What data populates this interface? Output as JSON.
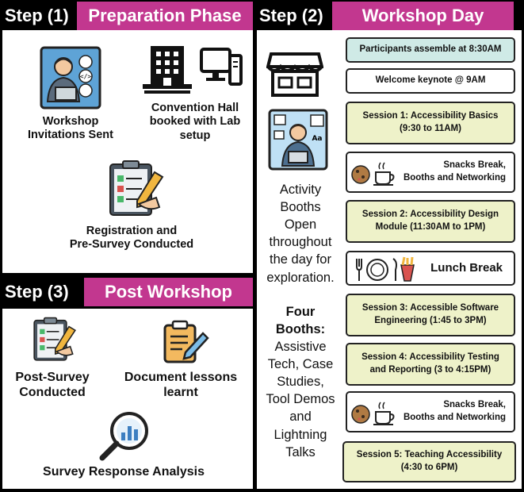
{
  "step1": {
    "step_label": "Step (1)",
    "title": "Preparation Phase",
    "items": {
      "invitations": "Workshop\nInvitations Sent",
      "convention": "Convention Hall\nbooked with Lab\nsetup",
      "registration": "Registration and\nPre-Survey Conducted"
    }
  },
  "step2": {
    "step_label": "Step (2)",
    "title": "Workshop Day",
    "booths_text": "Activity\nBooths\nOpen\nthroughout\nthe day for\nexploration.",
    "four_booths_heading": "Four\nBooths:",
    "four_booths_list": "Assistive\nTech, Case\nStudies,\nTool Demos\nand\nLightning\nTalks",
    "schedule": [
      {
        "text": "Participants assemble at 8:30AM",
        "style": "teal"
      },
      {
        "text": "Welcome keynote @ 9AM",
        "style": "white"
      },
      {
        "text": "Session 1: Accessibility Basics\n(9:30 to 11AM)",
        "style": "yel"
      },
      {
        "text": "Snacks Break,\nBooths and Networking",
        "style": "white",
        "icon": "snacks-icon"
      },
      {
        "text": "Session 2: Accessibility Design\nModule (11:30AM to 1PM)",
        "style": "yel"
      },
      {
        "text": "Lunch Break",
        "style": "white",
        "icon": "lunch-icon"
      },
      {
        "text": "Session 3: Accessible Software\nEngineering (1:45 to 3PM)",
        "style": "yel"
      },
      {
        "text": "Session 4: Accessibility Testing\nand Reporting (3 to 4:15PM)",
        "style": "yel"
      },
      {
        "text": "Snacks Break,\nBooths and Networking",
        "style": "white",
        "icon": "snacks-icon"
      },
      {
        "text": "Session 5: Teaching Accessibility\n(4:30 to 6PM)",
        "style": "yel"
      }
    ]
  },
  "step3": {
    "step_label": "Step (3)",
    "title": "Post Workshop",
    "items": {
      "post_survey": "Post-Survey\nConducted",
      "lessons": "Document lessons\nlearnt",
      "analysis": "Survey Response Analysis"
    }
  }
}
